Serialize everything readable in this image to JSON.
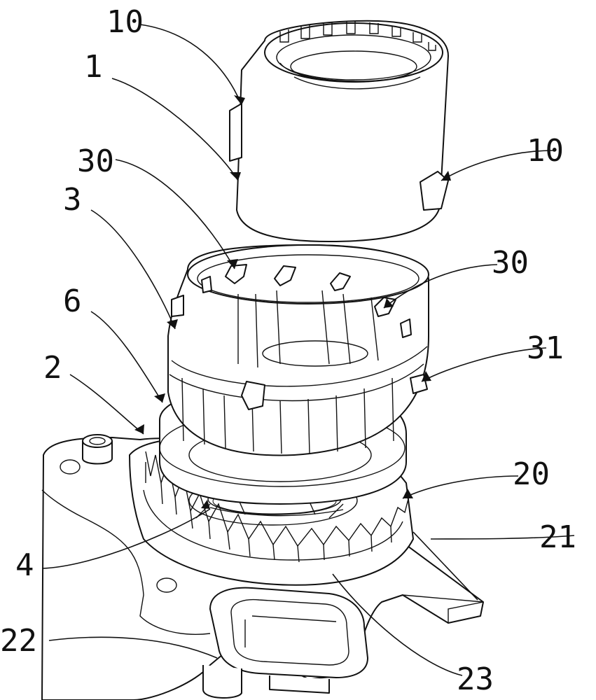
{
  "figure": {
    "labels": [
      "10",
      "1",
      "10",
      "30",
      "3",
      "30",
      "6",
      "31",
      "2",
      "20",
      "21",
      "4",
      "22",
      "23"
    ]
  }
}
